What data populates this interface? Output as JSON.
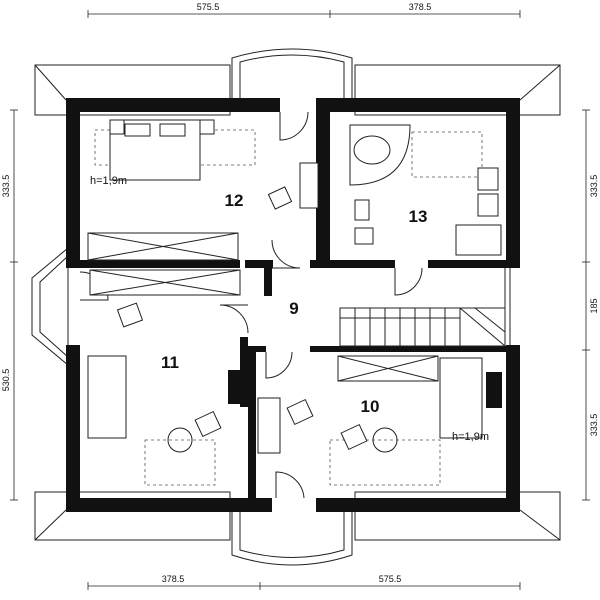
{
  "dimensions": {
    "top_left": "575.5",
    "top_right": "378.5",
    "bottom_left": "378.5",
    "bottom_right": "575.5",
    "left_top": "333.5",
    "left_bottom": "530.5",
    "right_top": "333.5",
    "right_middle": "185",
    "right_bottom": "333.5"
  },
  "rooms": {
    "r12": "12",
    "r13": "13",
    "r9": "9",
    "r11": "11",
    "r10": "10"
  },
  "notes": {
    "height_room12": "h=1,9m",
    "height_room10": "h=1,9m"
  },
  "colors": {
    "wall": "#111111",
    "line": "#222222",
    "furniture_fill": "#d8d8d8"
  }
}
